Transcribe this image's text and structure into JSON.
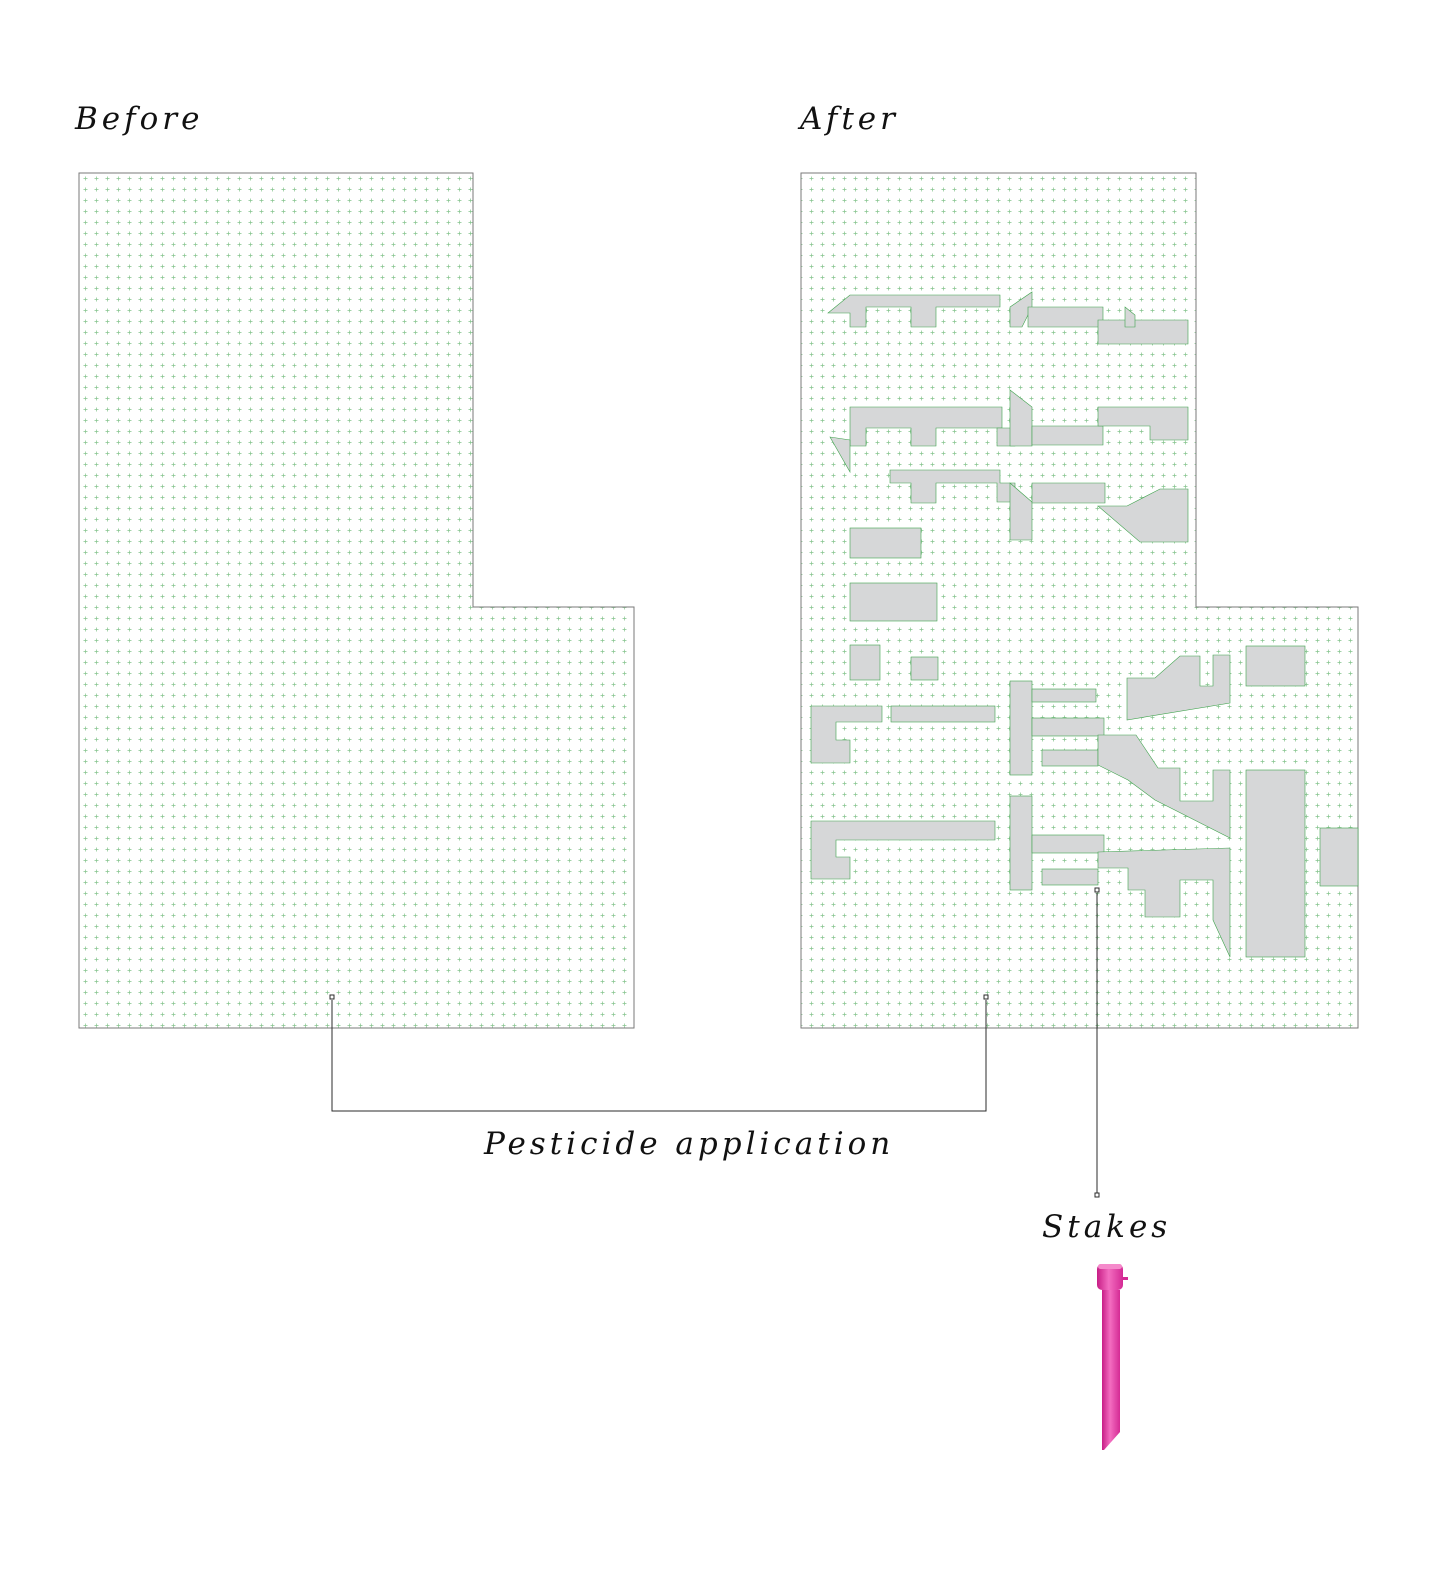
{
  "labels": {
    "before": "Before",
    "after": "After",
    "pesticide": "Pesticide application",
    "stakes": "Stakes"
  },
  "colors": {
    "outline": "#7a7a7a",
    "grid_marker": "#3fa34d",
    "treated_area": "#d6d7d8",
    "leader_line": "#2b2b2b",
    "stake": "#ea3fa8"
  },
  "icons": {
    "stake": "pink-garden-stake-icon",
    "anchor": "square-anchor-icon",
    "grid_marker": "plus-marker-icon"
  }
}
